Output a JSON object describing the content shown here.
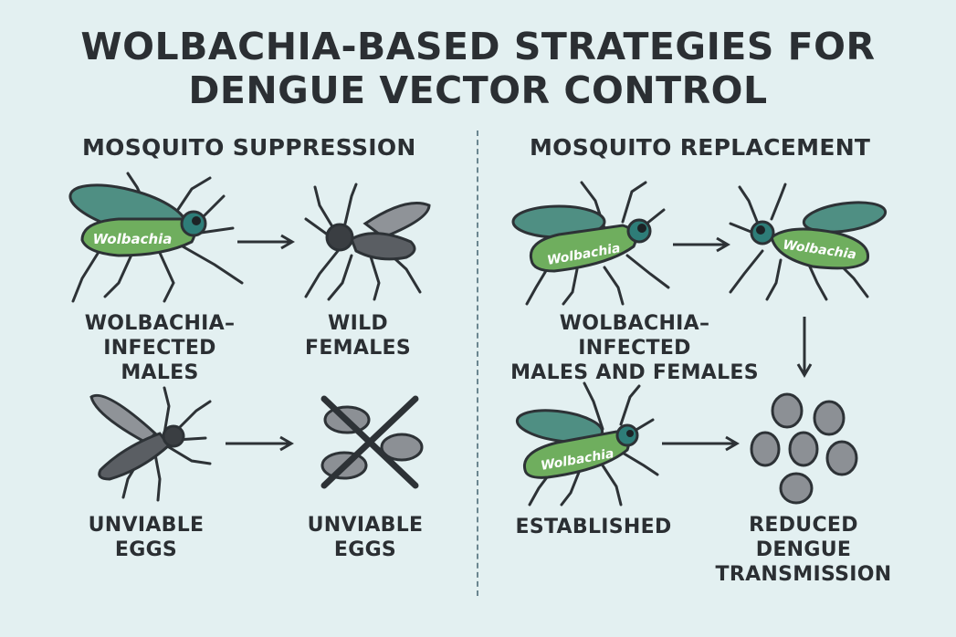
{
  "title": {
    "line1": "WOLBACHIA-BASED STRATEGIES FOR",
    "line2": "DENGUE VECTOR CONTROL"
  },
  "suppression": {
    "heading": "MOSQUITO SUPPRESSION",
    "male_label_1": "WOLBACHIA–",
    "male_label_2": "INFECTED MALES",
    "female_label_1": "WILD",
    "female_label_2": "FEMALES",
    "unviable_left_1": "UNVIABLE",
    "unviable_left_2": "EGGS",
    "unviable_right_1": "UNVIABLE",
    "unviable_right_2": "EGGS"
  },
  "replacement": {
    "heading": "MOSQUITO REPLACEMENT",
    "pair_label_1": "WOLBACHIA–INFECTED",
    "pair_label_2": "MALES AND FEMALES",
    "established_label": "ESTABLISHED",
    "reduced_label_1": "REDUCED",
    "reduced_label_2": "DENGUE",
    "reduced_label_3": "TRANSMISSION"
  },
  "body_text": {
    "wolbachia": "Wolbachia"
  },
  "colors": {
    "background": "#e3f0f1",
    "infected_body": "#6fae5e",
    "infected_wing": "#4f8f83",
    "wild_body": "#5a5e63",
    "wild_wing": "#8f9398",
    "egg": "#8c9095",
    "ink": "#2b2f33"
  }
}
